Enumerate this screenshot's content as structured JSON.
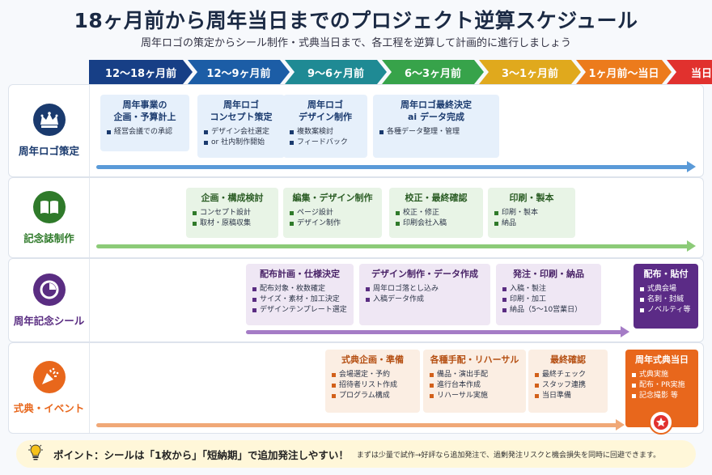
{
  "header": {
    "title": "18ヶ月前から周年当日までのプロジェクト逆算スケジュール",
    "subtitle": "周年ロゴの策定からシール制作・式典当日まで、各工程を逆算して計画的に進行しましょう"
  },
  "phases": [
    {
      "label": "12〜18ヶ月前",
      "color": "#173f86"
    },
    {
      "label": "12〜9ヶ月前",
      "color": "#1c5da6"
    },
    {
      "label": "9〜6ヶ月前",
      "color": "#1f8a94"
    },
    {
      "label": "6〜3ヶ月前",
      "color": "#37a34a"
    },
    {
      "label": "3〜1ヶ月前",
      "color": "#e0a91d"
    },
    {
      "label": "1ヶ月前〜当日",
      "color": "#ec7b1c"
    },
    {
      "label": "当日",
      "color": "#e1312e"
    }
  ],
  "rows": {
    "logo": {
      "title": "周年ロゴ策定",
      "icon": "crown-icon",
      "color": "#1a3a6e",
      "arrow_color": "#5a9ad8",
      "cards": [
        {
          "title": "周年事業の\n企画・予算計上",
          "items": [
            "経営会議での承認"
          ]
        },
        {
          "title": "周年ロゴ\nコンセプト策定",
          "items": [
            "デザイン会社選定",
            "or 社内制作開始"
          ]
        },
        {
          "title": "周年ロゴ\nデザイン制作",
          "items": [
            "複数案検討",
            "フィードバック"
          ]
        },
        {
          "title": "周年ロゴ最終決定\nai データ完成",
          "items": [
            "各種データ整理・管理"
          ]
        }
      ]
    },
    "magazine": {
      "title": "記念誌制作",
      "icon": "book-icon",
      "color": "#2f7a2a",
      "arrow_color": "#8ccb78",
      "cards": [
        {
          "title": "企画・構成検討",
          "items": [
            "コンセプト設計",
            "取材・原稿収集"
          ]
        },
        {
          "title": "編集・デザイン制作",
          "items": [
            "ページ設計",
            "デザイン制作"
          ]
        },
        {
          "title": "校正・最終確認",
          "items": [
            "校正・修正",
            "印刷会社入稿"
          ]
        },
        {
          "title": "印刷・製本",
          "items": [
            "印刷・製本",
            "納品"
          ]
        }
      ]
    },
    "seal": {
      "title": "周年記念シール",
      "icon": "seal-icon",
      "color": "#5a2d82",
      "arrow_color": "#a57cc6",
      "cards": [
        {
          "title": "配布計画・仕様決定",
          "items": [
            "配布対象・枚数確定",
            "サイズ・素材・加工決定",
            "デザインテンプレート選定"
          ]
        },
        {
          "title": "デザイン制作・データ作成",
          "items": [
            "周年ロゴ落とし込み",
            "入稿データ作成"
          ]
        },
        {
          "title": "発注・印刷・納品",
          "items": [
            "入稿・製注",
            "印刷・加工",
            "納品（5〜10営業日）"
          ]
        },
        {
          "title": "配布・貼付",
          "items": [
            "式典会場",
            "名刺・封緘",
            "ノベルティ等"
          ]
        }
      ]
    },
    "event": {
      "title": "式典・イベント",
      "icon": "party-popper-icon",
      "color": "#e8671c",
      "arrow_color": "#f0a877",
      "cards": [
        {
          "title": "式典企画・準備",
          "items": [
            "会場選定・予約",
            "招待者リスト作成",
            "プログラム構成"
          ]
        },
        {
          "title": "各種手配・リハーサル",
          "items": [
            "備品・演出手配",
            "進行台本作成",
            "リハーサル実施"
          ]
        },
        {
          "title": "最終確認",
          "items": [
            "最終チェック",
            "スタッフ連携",
            "当日準備"
          ]
        },
        {
          "title": "周年式典当日",
          "items": [
            "式典実施",
            "配布・PR実施",
            "記念撮影 等"
          ]
        }
      ]
    }
  },
  "point": {
    "icon": "lightbulb-icon",
    "main": "ポイント：シールは「1枚から」「短納期」で追加発注しやすい！",
    "sub": "まずは少量で試作→好評なら追加発注で、過剰発注リスクと機会損失を同時に回避できます。"
  }
}
